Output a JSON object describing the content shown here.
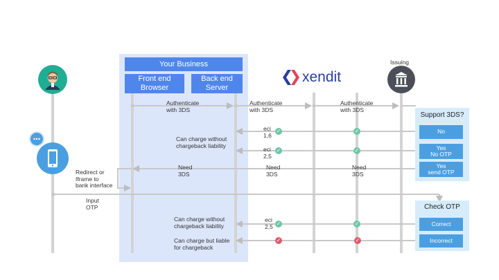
{
  "colors": {
    "accent": "#4f86ec",
    "lane": "#dce6fb",
    "option": "#4b9fe1",
    "panel": "#d6ecfa",
    "check": "#6dc7a4",
    "cross": "#e05b6b",
    "line": "#d3d3d3"
  },
  "icons": {
    "customer": "person-avatar-icon",
    "chat": "chat-bubble-icon",
    "phone": "phone-icon",
    "bank": "bank-icon",
    "xendit": "xendit-logo"
  },
  "header": {
    "business": "Your Business",
    "frontend": "Front end\nBrowser",
    "backend": "Back end\nServer"
  },
  "xendit": {
    "brand": "xendit"
  },
  "issuing": {
    "label": "Issuing"
  },
  "messages": {
    "auth1": "Authenticate\nwith 3DS",
    "auth2": "Authenticate\nwith 3DS",
    "auth3": "Authenticate\nwith 3DS",
    "charge_no_liability": "Can charge without\nchargeback liability",
    "eci16": "eci\n1,6",
    "eci25": "eci\n2,5",
    "need1": "Need\n3DS",
    "need2": "Need\n3DS",
    "need3": "Need\n3DS",
    "redirect": "Redirect or\nIframe to\nbank interface",
    "input_otp": "Input\nOTP",
    "charge_no_liability2": "Can charge without\nchargeback liability",
    "eci25b": "eci\n2,5",
    "charge_liable": "Can charge but liable\nfor chargeback"
  },
  "support": {
    "title": "Support 3DS?",
    "no": "No",
    "yes_no_otp": [
      "Yes",
      "No OTP"
    ],
    "yes_send_otp": [
      "Yes",
      "send OTP"
    ]
  },
  "check": {
    "title": "Check OTP",
    "correct": "Correct",
    "incorrect": "Incorrect"
  }
}
